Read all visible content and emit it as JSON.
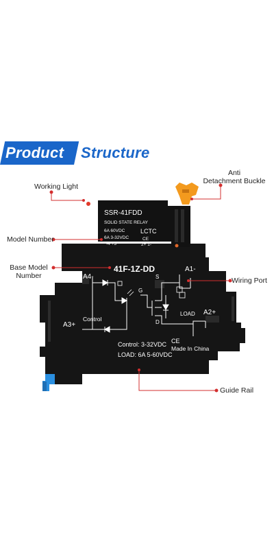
{
  "heading": {
    "word1": "Product",
    "word2": "Structure"
  },
  "callouts": {
    "working_light": "Working Light",
    "anti_detachment_1": "Anti",
    "anti_detachment_2": "Detachment Buckle",
    "model_number": "Model Number",
    "base_model_1": "Base Model",
    "base_model_2": "Number",
    "wiring_port": "Wiring Port",
    "guide_rail": "Guide Rail"
  },
  "relay_label": {
    "model": "SSR-41FDD",
    "type": "SOLID STATE RELAY",
    "rating_1": "6A  60VDC",
    "rating_2": "6A 3-32VDC",
    "pins_left": "-4  +3",
    "brand": "LCTC",
    "ce": "CE",
    "pins_right": "2+ 1-"
  },
  "base_label": {
    "model": "41F-1Z-DD",
    "a4": "A4-",
    "a1": "A1-",
    "a3": "A3+",
    "a2": "A2+",
    "s": "S",
    "g": "G",
    "d": "D",
    "control": "Control",
    "load": "LOAD",
    "control_spec": "Control:  3-32VDC",
    "load_spec": "LOAD:  6A 5-60VDC",
    "ce": "CE",
    "made_in": "Made In China"
  },
  "colors": {
    "accent": "#1a66c9",
    "callout_line": "#d32f2f",
    "body": "#151515",
    "buckle": "#f39a1e",
    "rail_clip": "#2a8fe0"
  }
}
